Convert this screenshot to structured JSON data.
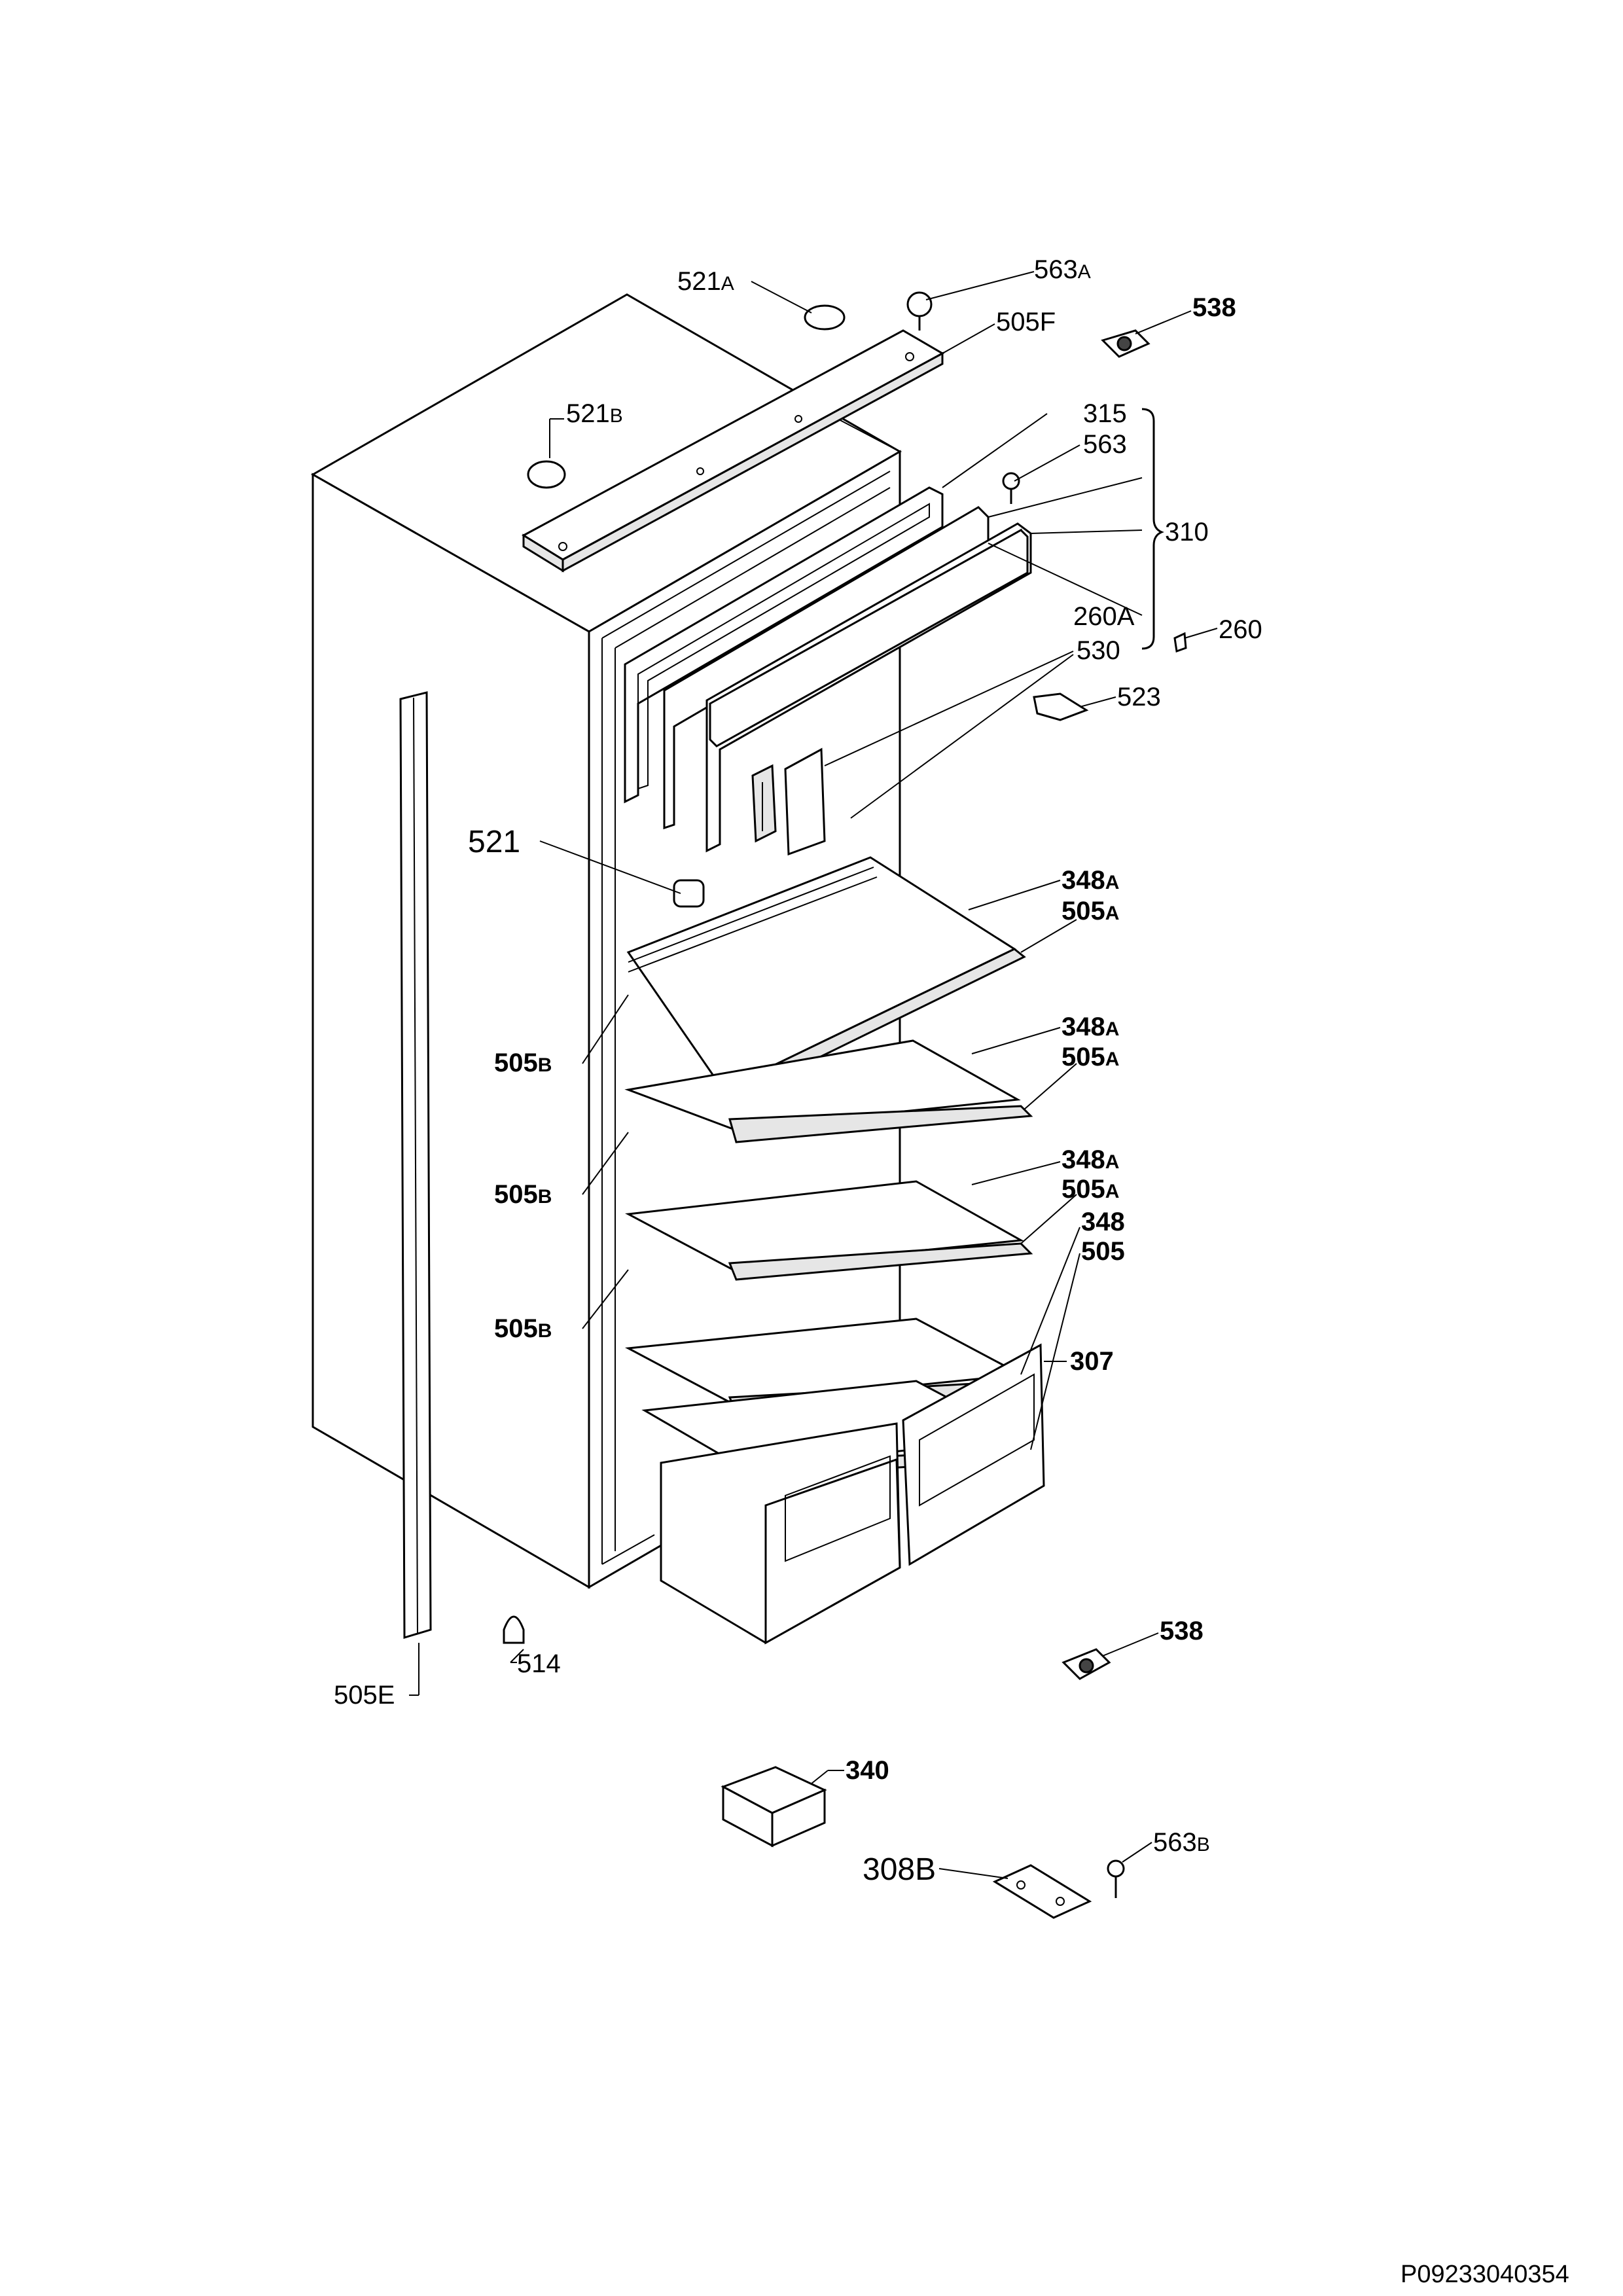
{
  "drawing_code": "P09233040354",
  "labels": {
    "l521A": {
      "num": "521",
      "sub": "A"
    },
    "l563A": {
      "num": "563",
      "sub": "A"
    },
    "l538_top": "538",
    "l505F": "505F",
    "l521B": {
      "num": "521",
      "sub": "B"
    },
    "l315": "315",
    "l563": "563",
    "l310": "310",
    "l260A": "260A",
    "l530": "530",
    "l260": "260",
    "l523": "523",
    "l521": "521",
    "l348A_1": {
      "num": "348",
      "sub": "A"
    },
    "l505A_1": {
      "num": "505",
      "sub": "A"
    },
    "l505B_1": {
      "num": "505",
      "sub": "B"
    },
    "l348A_2": {
      "num": "348",
      "sub": "A"
    },
    "l505A_2": {
      "num": "505",
      "sub": "A"
    },
    "l505B_2": {
      "num": "505",
      "sub": "B"
    },
    "l348A_3": {
      "num": "348",
      "sub": "A"
    },
    "l505A_3": {
      "num": "505",
      "sub": "A"
    },
    "l348": "348",
    "l505": "505",
    "l505B_3": {
      "num": "505",
      "sub": "B"
    },
    "l307": "307",
    "l538_bottom": "538",
    "l514": "514",
    "l505E": "505E",
    "l340": "340",
    "l308B": "308B",
    "l563B": {
      "num": "563",
      "sub": "B"
    }
  }
}
